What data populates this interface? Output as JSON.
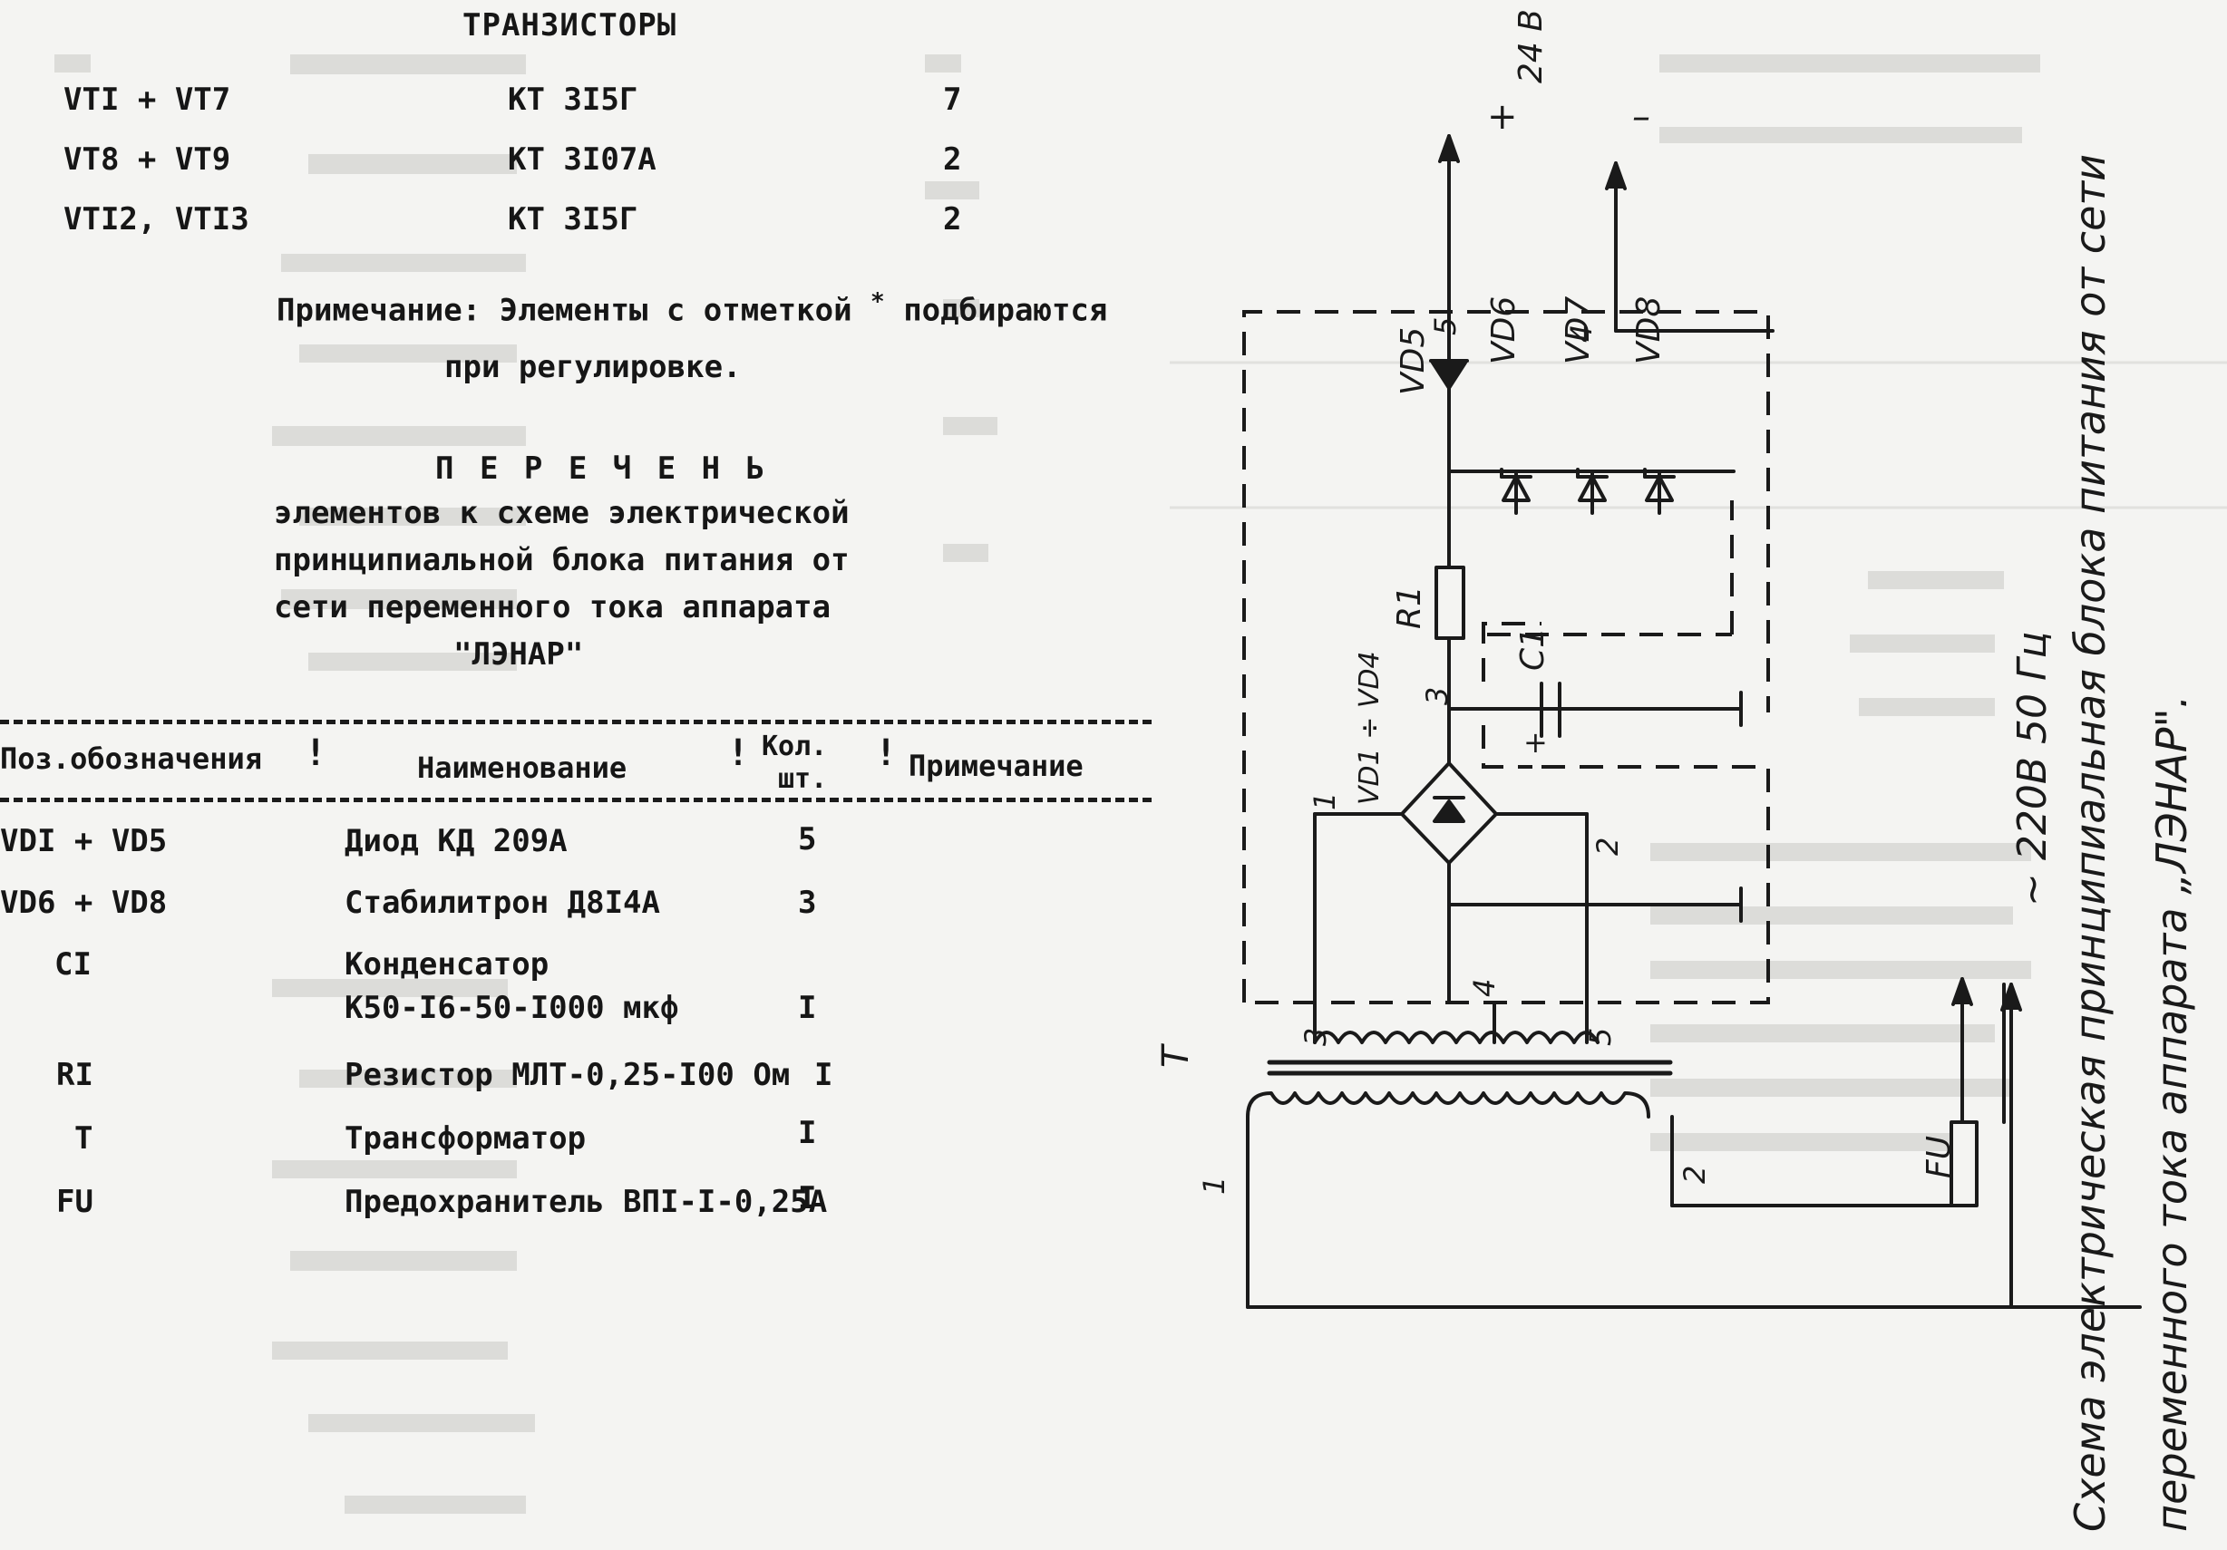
{
  "transistors": {
    "heading": "ТРАНЗИСТОРЫ",
    "rows": [
      {
        "pos": "VTI + VT7",
        "name": "КТ 3I5Г",
        "qty": "7"
      },
      {
        "pos": "VT8 + VT9",
        "name": "КТ 3I07А",
        "qty": "2"
      },
      {
        "pos": "VTI2, VTI3",
        "name": "КТ 3I5Г",
        "qty": "2"
      }
    ]
  },
  "note": {
    "line1_before": "Примечание: Элементы с отметкой",
    "mark": "*",
    "line1_after": "подбираются",
    "line2": "при регулировке."
  },
  "list_title": {
    "title": "П Е Р Е Ч Е Н Ь",
    "lines": [
      "элементов к схеме электрической",
      "принципиальной блока питания от",
      "сети переменного тока аппарата",
      "\"ЛЭНАР\""
    ]
  },
  "table": {
    "headers": {
      "pos": "Поз.обозначения",
      "name": "Наименование",
      "qty_line1": "Кол.",
      "qty_line2": "шт.",
      "note": "Примечание"
    },
    "rows": [
      {
        "pos": "VDI + VD5",
        "name": "Диод КД 209А",
        "name2": "",
        "qty": "5"
      },
      {
        "pos": "VD6 + VD8",
        "name": "Стабилитрон Д8I4А",
        "name2": "",
        "qty": "3"
      },
      {
        "pos": "CI",
        "name": "Конденсатор",
        "name2": "К50-I6-50-I000 мкф",
        "qty": "I"
      },
      {
        "pos": "RI",
        "name": "Резистор МЛТ-0,25-I00 Ом",
        "name2": "",
        "qty": "I"
      },
      {
        "pos": "T",
        "name": "Трансформатор",
        "name2": "",
        "qty": "I"
      },
      {
        "pos": "FU",
        "name": "Предохранитель ВПI-I-0,25А",
        "name2": "",
        "qty": "I"
      }
    ]
  },
  "schematic": {
    "voltage_out": "24 В",
    "plus": "+",
    "minus": "–",
    "mains": "~ 220В   50 Гц",
    "labels": {
      "vd5": "VD5",
      "vd6": "VD6",
      "vd7": "VD7",
      "vd8": "VD8",
      "r1": "R1",
      "c1": "C1",
      "bridge": "VD1 ÷ VD4",
      "t": "T",
      "fu": "FU",
      "c1_plus": "+"
    },
    "pins": {
      "p1": "1",
      "p2": "2",
      "p3": "3",
      "p4": "4",
      "p5": "5",
      "t1": "1",
      "t2": "2",
      "t3": "3",
      "t4": "4",
      "t5": "5"
    }
  },
  "caption": {
    "lines": [
      "Схема  электрическая  принципиальная  блока  питания  от сети",
      "переменного   тока   аппарата   „ЛЭНАР\"."
    ]
  }
}
